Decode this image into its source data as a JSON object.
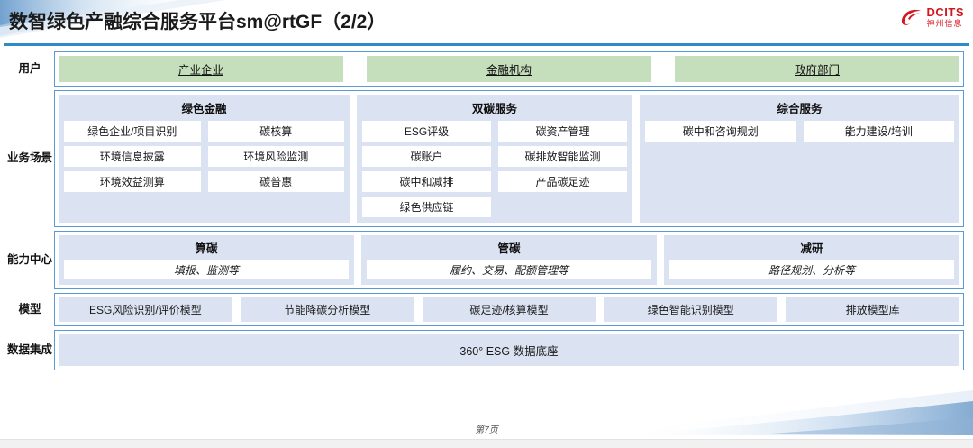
{
  "header": {
    "title": "数智绿色产融综合服务平台sm@rtGF（2/2）",
    "logo_en": "DCITS",
    "logo_cn": "神州信息",
    "accent_color": "#2e8bc8",
    "logo_color": "#d4161f"
  },
  "colors": {
    "user_chip": "#c5debb",
    "panel": "#dbe2f1",
    "row_border": "#5b9bd5",
    "item_bg": "#ffffff"
  },
  "rows": {
    "users": {
      "label": "用户",
      "items": [
        {
          "label": "产业企业"
        },
        {
          "label": "金融机构"
        },
        {
          "label": "政府部门"
        }
      ]
    },
    "scenarios": {
      "label": "业务场景",
      "groups": [
        {
          "title": "绿色金融",
          "items": [
            "绿色企业/项目识别",
            "碳核算",
            "环境信息披露",
            "环境风险监测",
            "环境效益测算",
            "碳普惠"
          ]
        },
        {
          "title": "双碳服务",
          "items": [
            "ESG评级",
            "碳资产管理",
            "碳账户",
            "碳排放智能监测",
            "碳中和减排",
            "产品碳足迹",
            "绿色供应链"
          ]
        },
        {
          "title": "综合服务",
          "items": [
            "碳中和咨询规划",
            "能力建设/培训"
          ]
        }
      ]
    },
    "capability": {
      "label": "能力中心",
      "groups": [
        {
          "title": "算碳",
          "subtitle": "填报、监测等"
        },
        {
          "title": "管碳",
          "subtitle": "履约、交易、配额管理等"
        },
        {
          "title": "减研",
          "subtitle": "路径规划、分析等"
        }
      ]
    },
    "models": {
      "label": "模型",
      "items": [
        "ESG风险识别/评价模型",
        "节能降碳分析模型",
        "碳足迹/核算模型",
        "绿色智能识别模型",
        "排放模型库"
      ]
    },
    "data": {
      "label": "数据集成",
      "bar_label": "360° ESG 数据底座"
    }
  },
  "footer": {
    "page_label": "第7页"
  }
}
